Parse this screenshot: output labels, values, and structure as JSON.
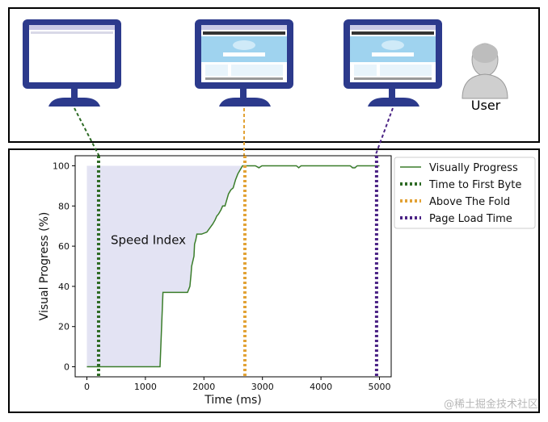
{
  "panel_top": {
    "user_label": "User",
    "monitor_states": [
      "blank",
      "partial",
      "complete"
    ]
  },
  "chart_data": {
    "type": "line",
    "xlabel": "Time (ms)",
    "ylabel": "Visual Progress (%)",
    "xlim": [
      -200,
      5200
    ],
    "ylim": [
      -5,
      105
    ],
    "xticks": [
      0,
      1000,
      2000,
      3000,
      4000,
      5000
    ],
    "yticks": [
      0,
      20,
      40,
      60,
      80,
      100
    ],
    "annotation": "Speed Index",
    "legend_position": "top-right",
    "series": [
      {
        "name": "Visually Progress",
        "color": "#3a7d2a",
        "x": [
          0,
          1250,
          1300,
          1720,
          1760,
          1780,
          1790,
          1830,
          1840,
          1860,
          1880,
          1940,
          1960,
          2050,
          2100,
          2150,
          2190,
          2220,
          2250,
          2290,
          2320,
          2360,
          2380,
          2420,
          2460,
          2500,
          2540,
          2580,
          2620,
          2660,
          2700,
          2740,
          2880,
          2940,
          2990,
          3580,
          3620,
          3660,
          4500,
          4540,
          4580,
          4620,
          5000
        ],
        "y": [
          0,
          0,
          37,
          37,
          40,
          46,
          50,
          55,
          61,
          63,
          66,
          66,
          66,
          67,
          69,
          71,
          73,
          75,
          76,
          78,
          80,
          80,
          82,
          86,
          88,
          89,
          93,
          96,
          98,
          100,
          100,
          100,
          100,
          99,
          100,
          100,
          99,
          100,
          100,
          99,
          99,
          100,
          100
        ]
      }
    ],
    "markers": [
      {
        "name": "Time to First Byte",
        "x": 200,
        "color": "#2e6b25"
      },
      {
        "name": "Above The Fold",
        "x": 2700,
        "color": "#e2a235"
      },
      {
        "name": "Page Load Time",
        "x": 4950,
        "color": "#4b2385"
      }
    ]
  },
  "watermark": "@稀土掘金技术社区"
}
